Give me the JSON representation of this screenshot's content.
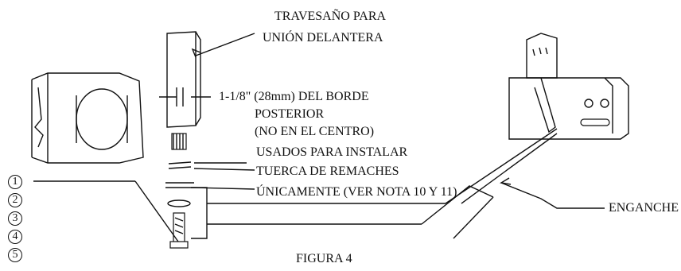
{
  "labels": {
    "crossmember_line1": "TRAVESAÑO PARA",
    "crossmember_line2": "UNIÓN DELANTERA",
    "distance": "1-1/8\" (28mm) DEL BORDE",
    "posterior": "POSTERIOR",
    "not_center": "(NO EN EL CENTRO)",
    "used_line1": "USADOS PARA INSTALAR",
    "used_line2": "TUERCA DE REMACHES",
    "used_line3": "ÚNICAMENTE (VER NOTA 10 Y 11)",
    "hitch": "ENGANCHE",
    "figure": "FIGURA 4"
  },
  "callouts": [
    "1",
    "2",
    "3",
    "4",
    "5"
  ]
}
